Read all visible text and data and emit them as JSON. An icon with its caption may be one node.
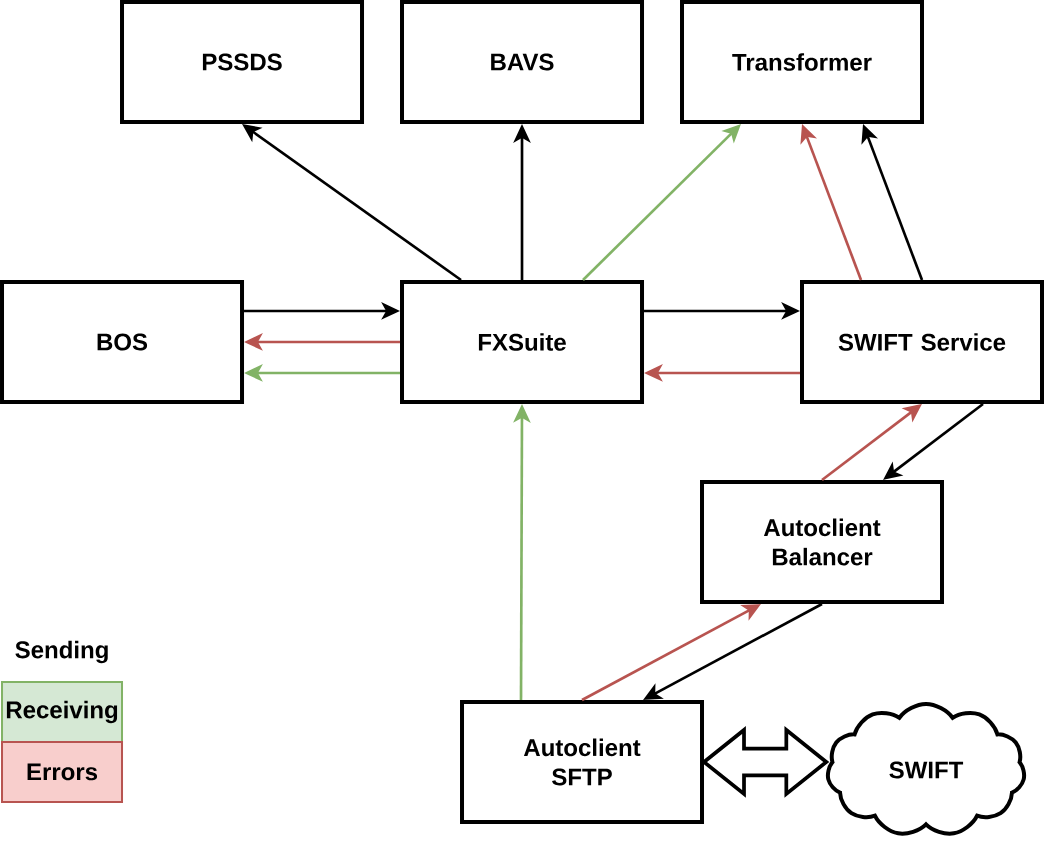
{
  "diagram": {
    "nodes": [
      {
        "text": [
          "PSSDS"
        ]
      },
      {
        "text": [
          "BAVS"
        ]
      },
      {
        "text": [
          "Transformer"
        ]
      },
      {
        "text": [
          "BOS"
        ]
      },
      {
        "text": [
          "FXSuite"
        ]
      },
      {
        "text": [
          "SWIFT Service"
        ]
      },
      {
        "text": [
          "Autoclient Balancer"
        ]
      },
      {
        "text": [
          "Autoclient SFTP"
        ]
      },
      {
        "text": [
          "SWIFT"
        ]
      }
    ],
    "edges": [
      {
        "from": 4,
        "to": 0,
        "arrow": "to"
      },
      {
        "from": 4,
        "to": 1,
        "arrow": "to"
      },
      {
        "from": 4,
        "to": 2,
        "arrow": "to",
        "color": "#82b366"
      },
      {
        "from": 5,
        "to": 2,
        "arrow": "to",
        "color": "#b85450"
      },
      {
        "from": 5,
        "to": 2,
        "arrow": "to"
      },
      {
        "from": 3,
        "to": 4,
        "arrow": "to"
      },
      {
        "from": 4,
        "to": 3,
        "arrow": "to",
        "color": "#b85450"
      },
      {
        "from": 4,
        "to": 3,
        "arrow": "to",
        "color": "#82b366"
      },
      {
        "from": 4,
        "to": 5,
        "arrow": "to"
      },
      {
        "from": 5,
        "to": 4,
        "arrow": "to",
        "color": "#b85450"
      },
      {
        "from": 6,
        "to": 5,
        "arrow": "to",
        "color": "#b85450"
      },
      {
        "from": 5,
        "to": 6,
        "arrow": "to"
      },
      {
        "from": 7,
        "to": 4,
        "arrow": "to",
        "color": "#82b366"
      },
      {
        "from": 7,
        "to": 6,
        "arrow": "to",
        "color": "#b85450"
      },
      {
        "from": 6,
        "to": 7,
        "arrow": "to"
      },
      {
        "from": 7,
        "to": 8,
        "arrow": "both",
        "style": "thick"
      }
    ],
    "legend": [
      {
        "text": "Sending"
      },
      {
        "text": "Receiving",
        "color": "#d5e8d4"
      },
      {
        "text": "Errors",
        "color": "#f8cecc"
      }
    ]
  }
}
